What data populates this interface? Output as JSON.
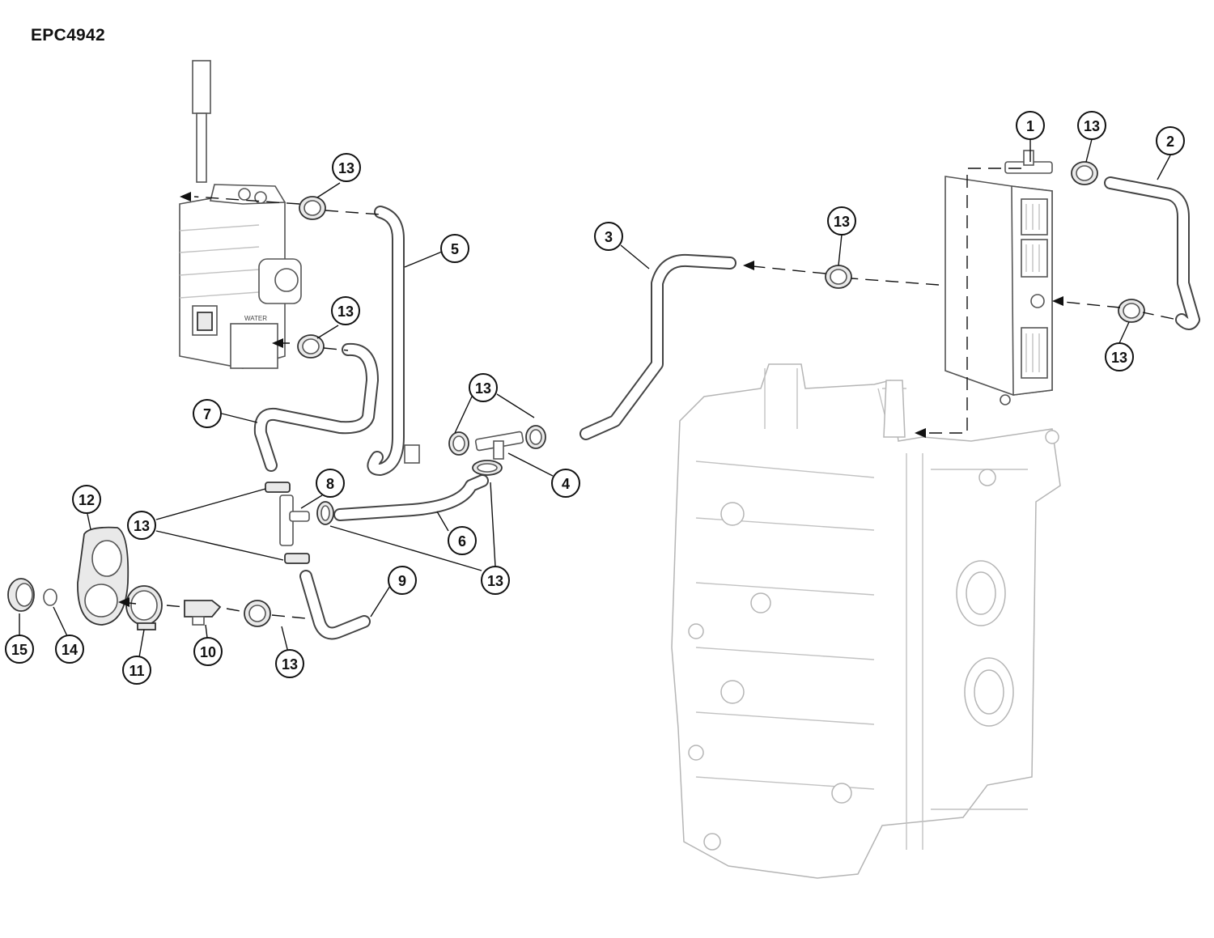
{
  "page": {
    "code": "EPC4942"
  },
  "callouts": [
    {
      "label": "1"
    },
    {
      "label": "13"
    },
    {
      "label": "2"
    },
    {
      "label": "13"
    },
    {
      "label": "5"
    },
    {
      "label": "3"
    },
    {
      "label": "13"
    },
    {
      "label": "13"
    },
    {
      "label": "13"
    },
    {
      "label": "7"
    },
    {
      "label": "13"
    },
    {
      "label": "4"
    },
    {
      "label": "8"
    },
    {
      "label": "12"
    },
    {
      "label": "13"
    },
    {
      "label": "6"
    },
    {
      "label": "13"
    },
    {
      "label": "9"
    },
    {
      "label": "15"
    },
    {
      "label": "14"
    },
    {
      "label": "11"
    },
    {
      "label": "10"
    },
    {
      "label": "13"
    }
  ],
  "module": {
    "label_text": "WATER"
  }
}
